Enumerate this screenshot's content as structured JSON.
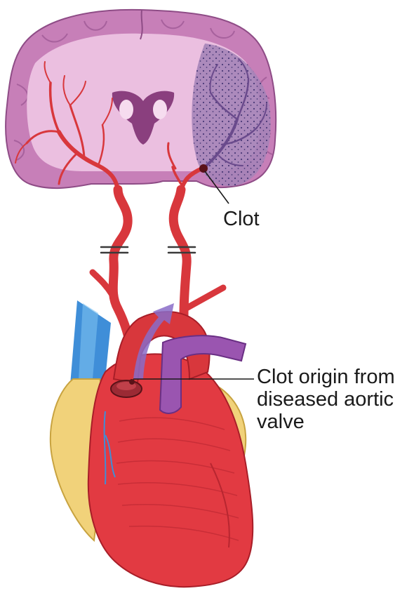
{
  "labels": {
    "clot": "Clot",
    "clot_origin": [
      "Clot origin from",
      "diseased aortic",
      "valve"
    ]
  },
  "colors": {
    "brain_outer": "#c77fb8",
    "brain_inner": "#ebbfe0",
    "infarct": "#a584b8",
    "artery": "#d8373c",
    "heart": "#e23a42",
    "fat": "#f1d27a",
    "vein_blue": "#3f8ed8",
    "pulmonary_purple": "#9a55b0",
    "clot": "#5a1218",
    "leader_line": "#1a1a1a"
  }
}
